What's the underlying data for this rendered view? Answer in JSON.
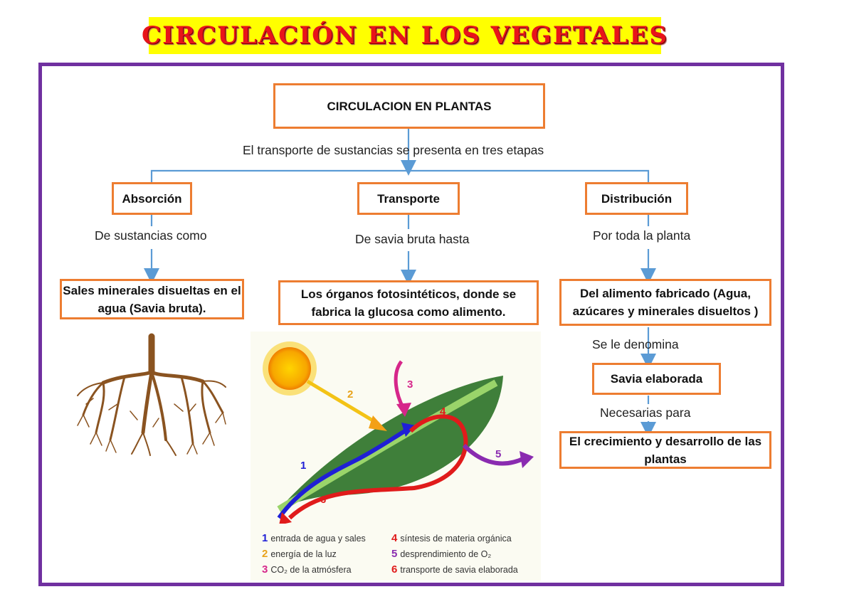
{
  "title": "CIRCULACIÓN EN LOS VEGETALES",
  "colors": {
    "title_bg": "#ffff00",
    "title_text": "#e8141a",
    "frame": "#7030a0",
    "box_border": "#ed7d31",
    "connector": "#5b9bd5"
  },
  "root": {
    "label": "CIRCULACION EN PLANTAS",
    "caption": "El transporte de sustancias se presenta en tres etapas"
  },
  "branches": [
    {
      "label": "Absorción",
      "caption": "De sustancias como",
      "detail": "Sales minerales disueltas en el agua (Savia bruta)."
    },
    {
      "label": "Transporte",
      "caption": "De savia bruta hasta",
      "detail": "Los órganos fotosintéticos, donde se fabrica la glucosa como alimento."
    },
    {
      "label": "Distribución",
      "caption": "Por toda la planta",
      "detail": "Del alimento fabricado (Agua, azúcares y minerales disueltos )"
    }
  ],
  "distribution_chain": [
    {
      "caption": "Se le denomina",
      "box": "Savia elaborada"
    },
    {
      "caption": "Necesarias para",
      "box": "El crecimiento y desarrollo de las plantas"
    }
  ],
  "leaf_figure": {
    "arrow_numbers": [
      "1",
      "2",
      "3",
      "4",
      "5",
      "6"
    ],
    "legend": [
      {
        "num": "1",
        "text": "entrada de agua y sales",
        "color": "#1f1fd6"
      },
      {
        "num": "2",
        "text": "energía de la luz",
        "color": "#e8a21a"
      },
      {
        "num": "3",
        "text": "CO₂ de la atmósfera",
        "color": "#d6268a"
      },
      {
        "num": "4",
        "text": "síntesis de materia orgánica",
        "color": "#e01b1b"
      },
      {
        "num": "5",
        "text": "desprendimiento de O₂",
        "color": "#8a2bb0"
      },
      {
        "num": "6",
        "text": "transporte de savia elaborada",
        "color": "#e01b1b"
      }
    ]
  }
}
